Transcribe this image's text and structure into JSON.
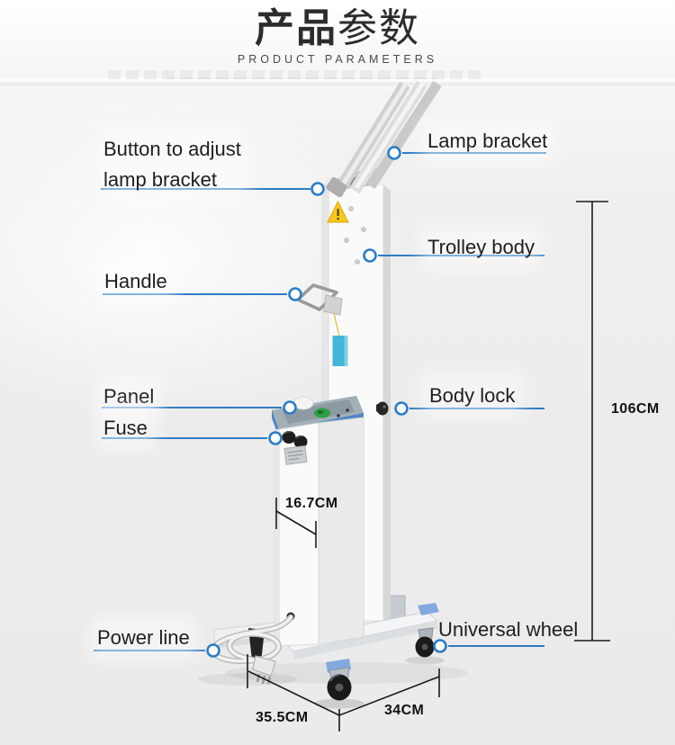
{
  "title": {
    "heading_primary": "产品",
    "heading_secondary": "参数",
    "subtitle": "PRODUCT PARAMETERS"
  },
  "callouts": {
    "button_adjust": {
      "line1": "Button to adjust",
      "line2": "lamp bracket"
    },
    "lamp_bracket": {
      "label": "Lamp bracket"
    },
    "trolley_body": {
      "label": "Trolley body"
    },
    "handle": {
      "label": "Handle"
    },
    "panel": {
      "label": "Panel"
    },
    "fuse": {
      "label": "Fuse"
    },
    "body_lock": {
      "label": "Body lock"
    },
    "power_line": {
      "label": "Power line"
    },
    "universal_wheel": {
      "label": "Universal wheel"
    }
  },
  "dimensions": {
    "trolley_height": "106CM",
    "control_box_depth": "16.7CM",
    "base_length": "35.5CM",
    "base_width": "34CM"
  },
  "colors": {
    "leader_line_blue": "#2e7cc3",
    "dimension_line_black": "#1a1a1a",
    "panel_lid_blue": "#4f86c6",
    "hang_tag_cyan": "#45b4d6",
    "warning_triangle_yellow": "#f6c81f",
    "caster_pad_blue": "#82a9de",
    "wheel_black": "#1b1b1b",
    "background_gray": "#ececec"
  }
}
